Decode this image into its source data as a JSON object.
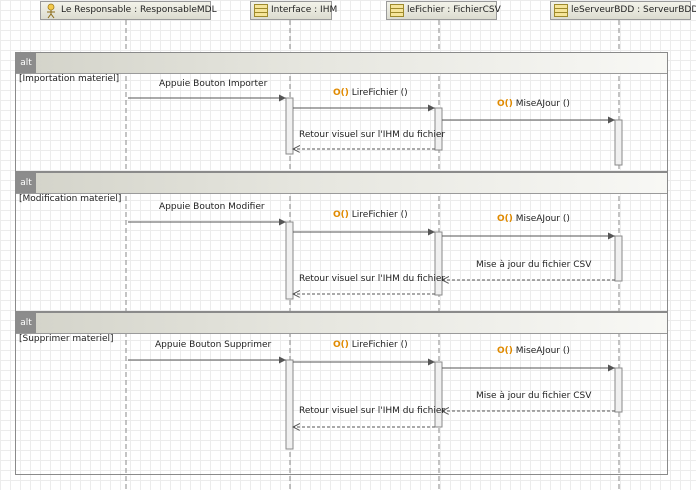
{
  "lifelines": [
    {
      "id": "actor",
      "label": "Le Responsable : ResponsableMDL",
      "icon": "actor-icon"
    },
    {
      "id": "ihm",
      "label": "Interface : IHM",
      "icon": "class-icon"
    },
    {
      "id": "fichier",
      "label": "leFichier : FichierCSV",
      "icon": "class-icon"
    },
    {
      "id": "bdd",
      "label": "leServeurBDD : ServeurBDD",
      "icon": "class-icon"
    }
  ],
  "fragments": [
    {
      "operator": "alt",
      "guard": "[Importation materiel]",
      "messages": [
        {
          "label": "Appuie Bouton Importer",
          "kind": "sync"
        },
        {
          "label": "LireFichier ()",
          "kind": "sync",
          "op_icon": "O()"
        },
        {
          "label": "MiseAJour ()",
          "kind": "sync",
          "op_icon": "O()"
        },
        {
          "label": "Retour visuel sur l'IHM du fichier",
          "kind": "return"
        }
      ]
    },
    {
      "operator": "alt",
      "guard": "[Modification materiel]",
      "messages": [
        {
          "label": "Appuie Bouton Modifier",
          "kind": "sync"
        },
        {
          "label": "LireFichier ()",
          "kind": "sync",
          "op_icon": "O()"
        },
        {
          "label": "MiseAJour ()",
          "kind": "sync",
          "op_icon": "O()"
        },
        {
          "label": "Mise à jour du fichier CSV",
          "kind": "return"
        },
        {
          "label": "Retour visuel sur l'IHM du fichier",
          "kind": "return"
        }
      ]
    },
    {
      "operator": "alt",
      "guard": "[Supprimer materiel]",
      "messages": [
        {
          "label": "Appuie Bouton Supprimer",
          "kind": "sync"
        },
        {
          "label": "LireFichier ()",
          "kind": "sync",
          "op_icon": "O()"
        },
        {
          "label": "MiseAJour ()",
          "kind": "sync",
          "op_icon": "O()"
        },
        {
          "label": "Mise à jour du fichier CSV",
          "kind": "return"
        },
        {
          "label": "Retour visuel sur l'IHM du fichier",
          "kind": "return"
        }
      ]
    }
  ]
}
